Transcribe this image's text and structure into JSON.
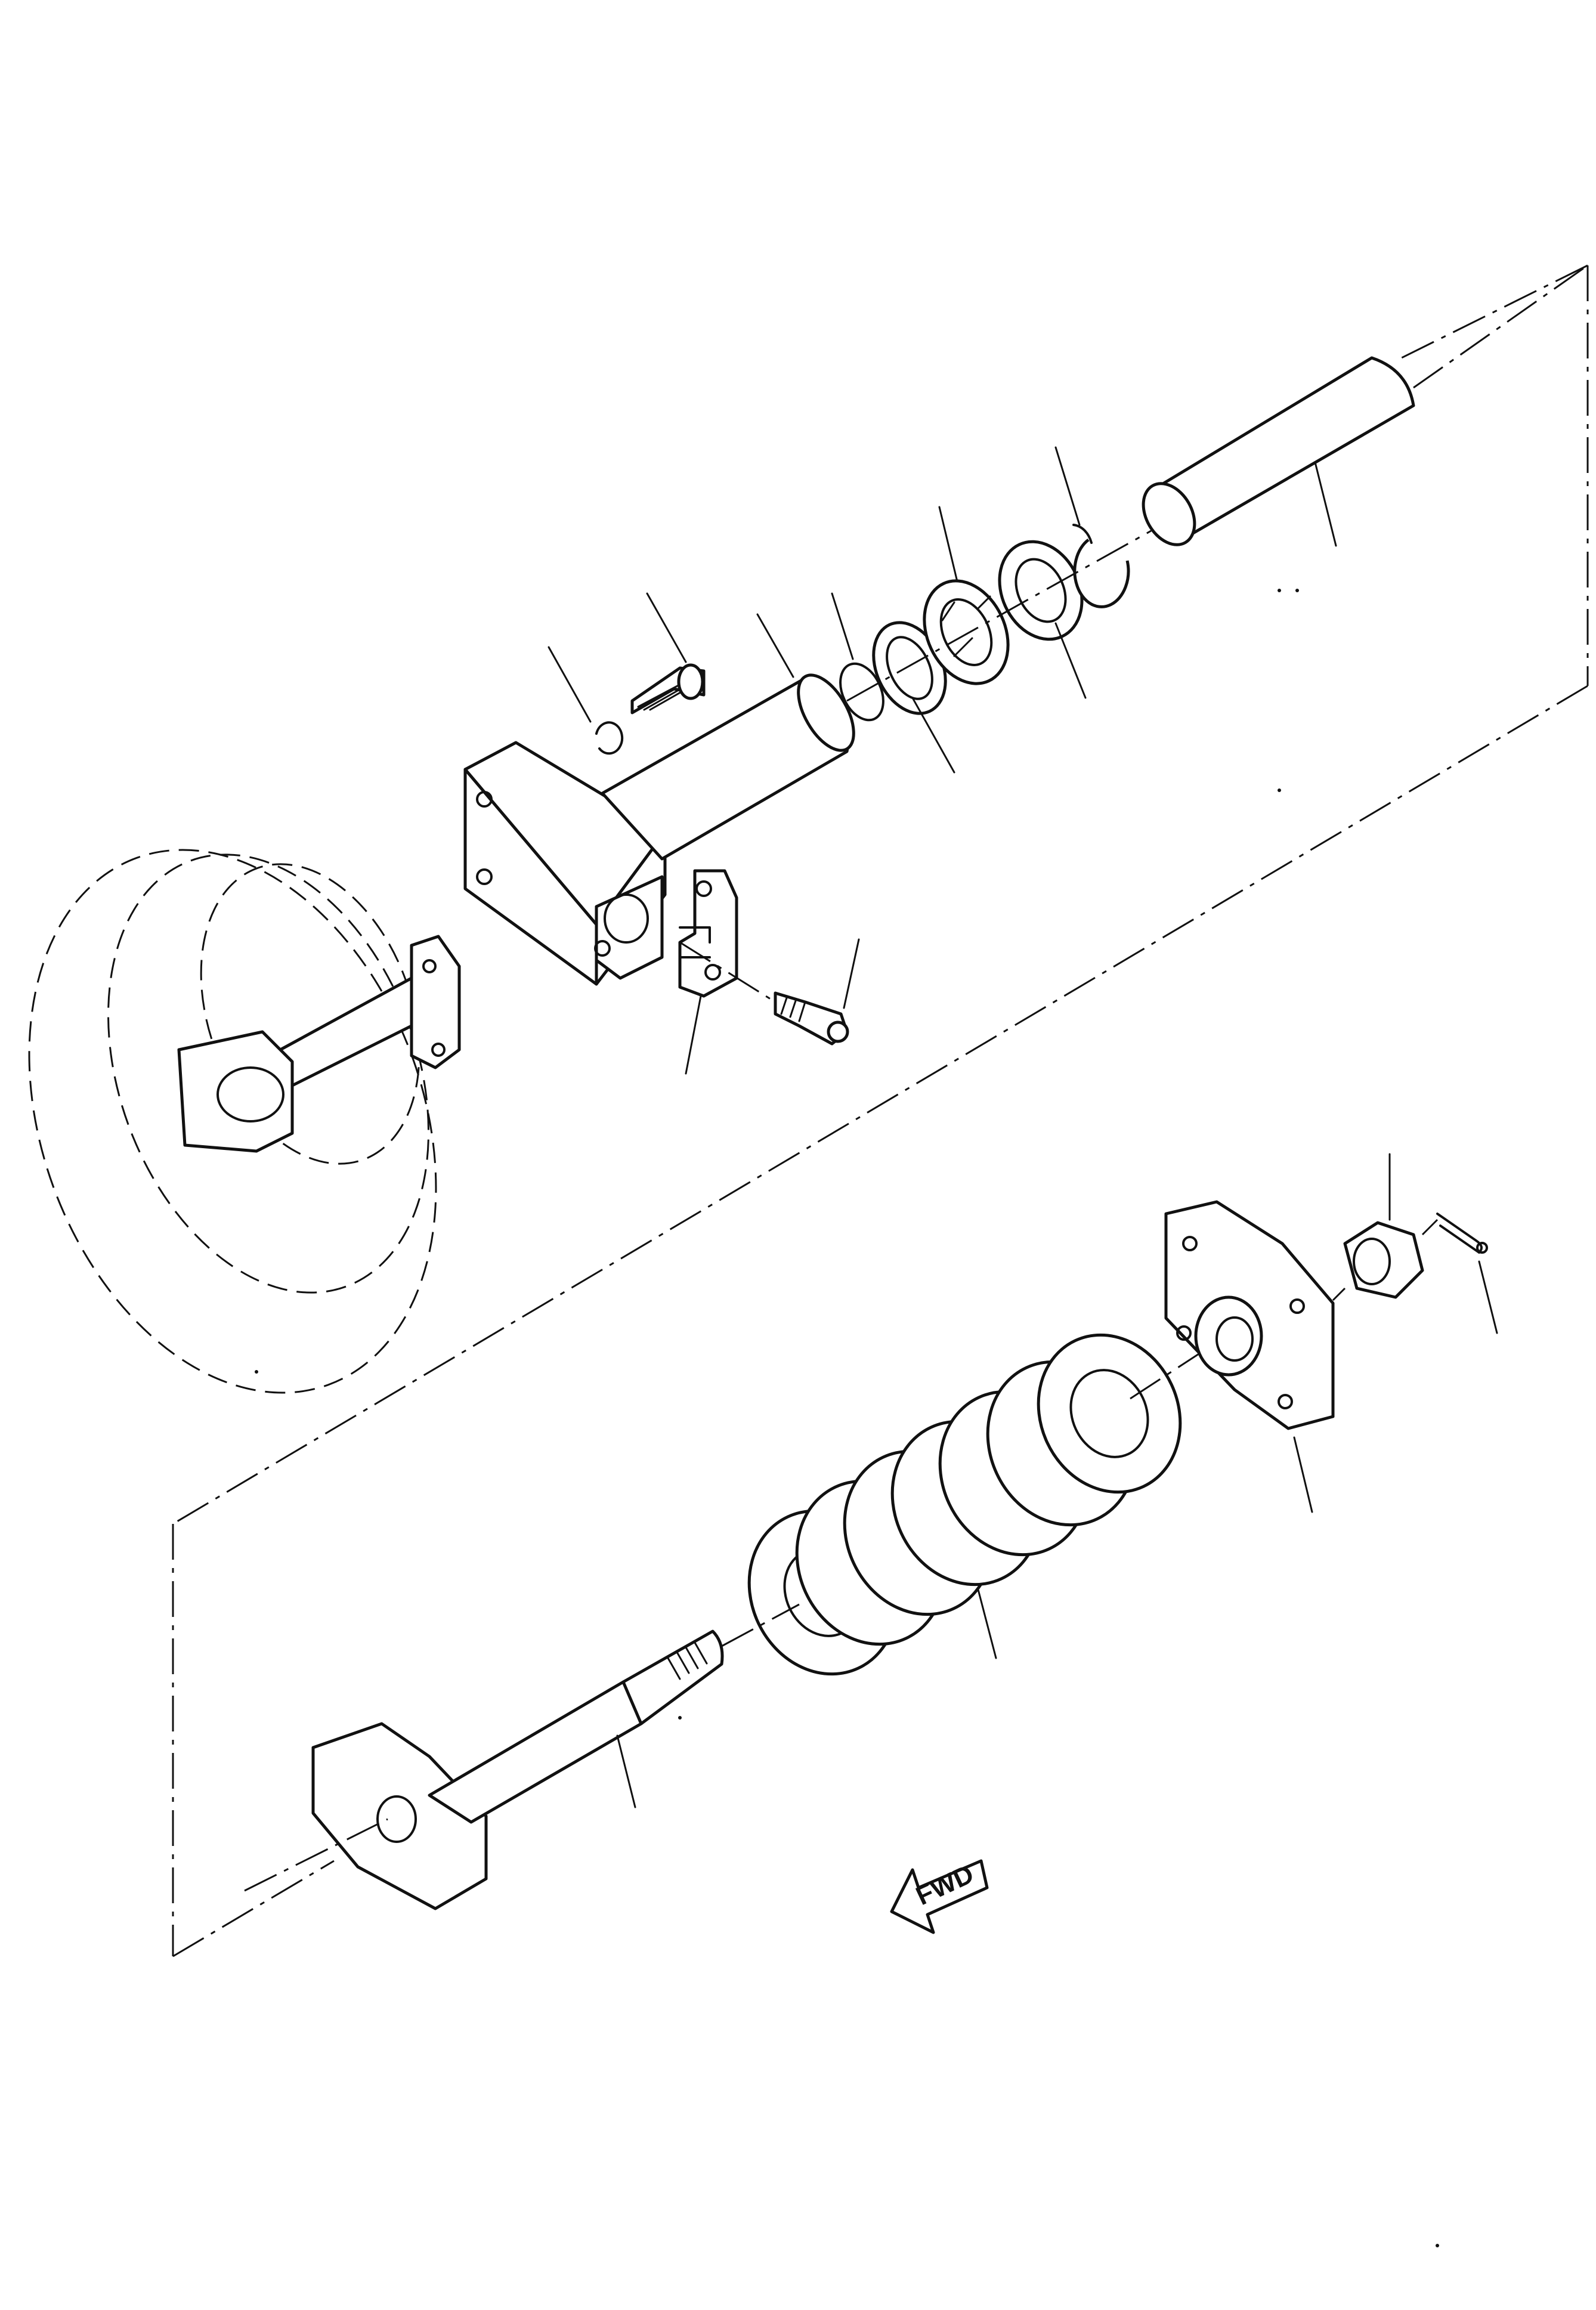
{
  "figure": {
    "direction_label": "FWD"
  },
  "parts": [
    {
      "id": "idler-wheel",
      "name": "idler-wheel",
      "icon": "idler-wheel-icon"
    },
    {
      "id": "recoil-cylinder",
      "name": "recoil-cylinder",
      "icon": "cylinder-icon"
    },
    {
      "id": "piston-rod",
      "name": "piston-rod",
      "icon": "rod-icon"
    },
    {
      "id": "recoil-spring",
      "name": "recoil-spring",
      "icon": "spring-icon"
    },
    {
      "id": "spring-bolt",
      "name": "spring-bolt",
      "icon": "bolt-icon"
    },
    {
      "id": "retainer-plate",
      "name": "retainer-plate",
      "icon": "plate-icon"
    },
    {
      "id": "nut",
      "name": "nut",
      "icon": "nut-icon"
    },
    {
      "id": "cotter-pin",
      "name": "cotter-pin",
      "icon": "pin-icon"
    },
    {
      "id": "grease-valve",
      "name": "grease-valve",
      "icon": "valve-icon"
    },
    {
      "id": "seals",
      "name": "seal-set",
      "icon": "seal-icon"
    }
  ]
}
